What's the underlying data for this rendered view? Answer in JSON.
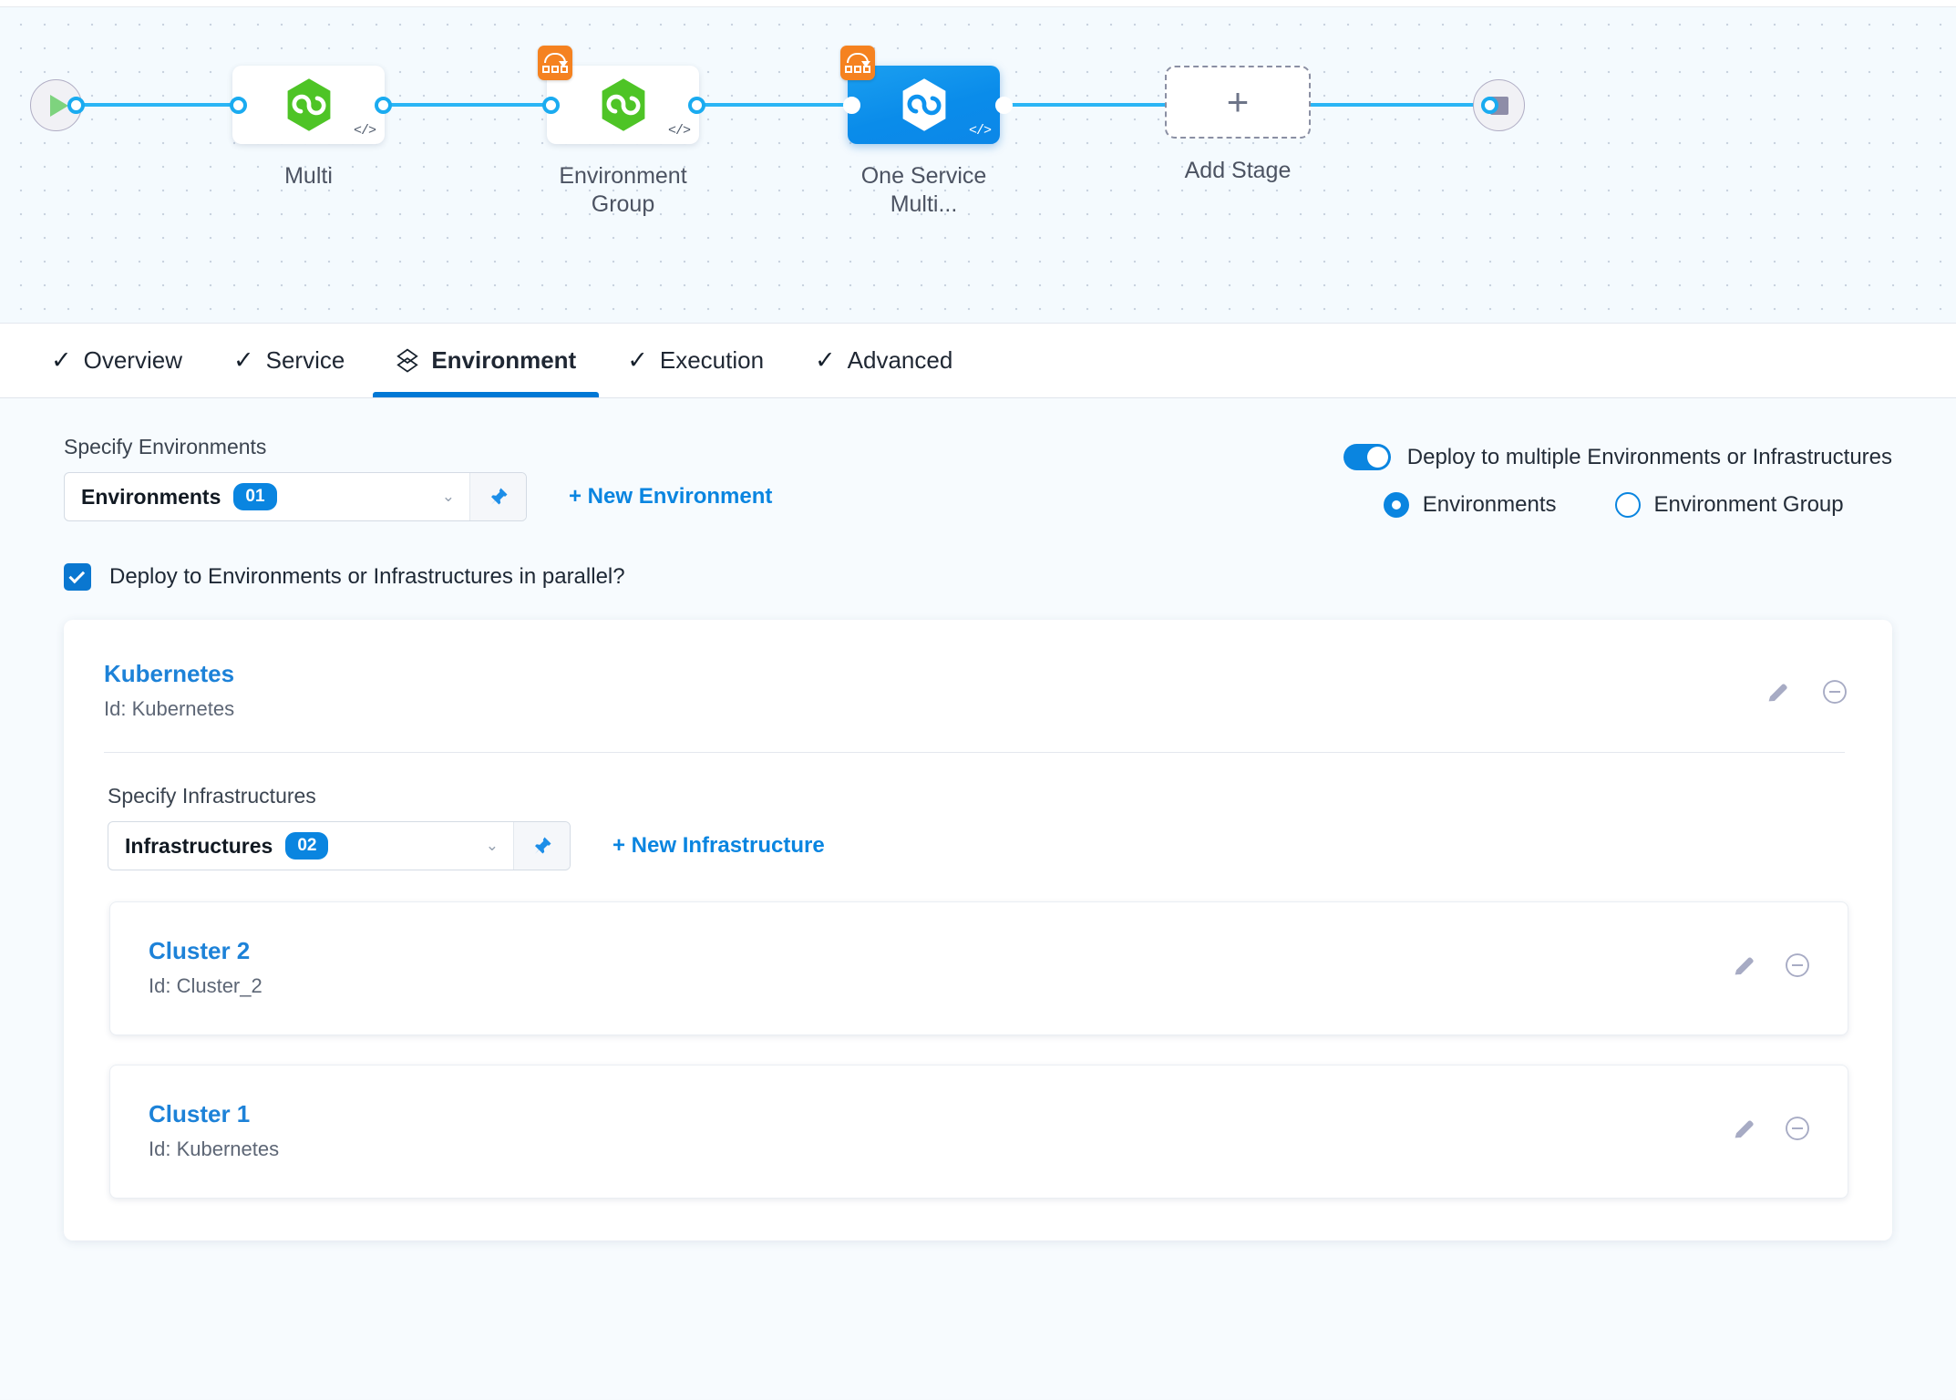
{
  "pipeline": {
    "start_icon": "play-icon",
    "end_icon": "stop-icon",
    "stages": [
      {
        "label": "Multi",
        "icon": "harness-hexagon-icon",
        "code_tag": "</>",
        "selected": false,
        "has_loop_badge": false
      },
      {
        "label": "Environment Group",
        "icon": "harness-hexagon-icon",
        "code_tag": "</>",
        "selected": false,
        "has_loop_badge": true
      },
      {
        "label": "One Service Multi...",
        "icon": "harness-hexagon-icon",
        "code_tag": "</>",
        "selected": true,
        "has_loop_badge": true
      }
    ],
    "add_stage": {
      "label": "Add Stage",
      "icon": "plus-icon"
    }
  },
  "tabs": [
    {
      "label": "Overview",
      "icon": "check-icon",
      "active": false
    },
    {
      "label": "Service",
      "icon": "check-icon",
      "active": false
    },
    {
      "label": "Environment",
      "icon": "layers-icon",
      "active": true
    },
    {
      "label": "Execution",
      "icon": "check-icon",
      "active": false
    },
    {
      "label": "Advanced",
      "icon": "check-icon",
      "active": false
    }
  ],
  "environments": {
    "section_label": "Specify Environments",
    "select": {
      "value": "Environments",
      "count": "01",
      "chevron": "chevron-down-icon",
      "pin": "pin-icon"
    },
    "new_link": "+ New Environment",
    "parallel_checkbox": {
      "label": "Deploy to Environments or Infrastructures in parallel?",
      "checked": true
    }
  },
  "multi_deploy": {
    "toggle_label": "Deploy to multiple Environments or Infrastructures",
    "toggle_on": true,
    "options": [
      {
        "label": "Environments",
        "selected": true
      },
      {
        "label": "Environment Group",
        "selected": false
      }
    ]
  },
  "environment_card": {
    "title": "Kubernetes",
    "id_text": "Id: Kubernetes",
    "edit_icon": "pencil-icon",
    "remove_icon": "minus-circle-icon",
    "infrastructures": {
      "section_label": "Specify Infrastructures",
      "select": {
        "value": "Infrastructures",
        "count": "02",
        "chevron": "chevron-down-icon",
        "pin": "pin-icon"
      },
      "new_link": "+ New Infrastructure",
      "items": [
        {
          "title": "Cluster 2",
          "id_text": "Id: Cluster_2",
          "edit_icon": "pencil-icon",
          "remove_icon": "minus-circle-icon"
        },
        {
          "title": "Cluster 1",
          "id_text": "Id: Kubernetes",
          "edit_icon": "pencil-icon",
          "remove_icon": "minus-circle-icon"
        }
      ]
    }
  },
  "colors": {
    "accent_blue": "#0a85e0",
    "link_blue": "#1d82d8",
    "loop_orange": "#f58220",
    "stage_green": "#4ec426",
    "wire_blue": "#2ab5f5",
    "canvas_bg": "#f4fafe"
  }
}
